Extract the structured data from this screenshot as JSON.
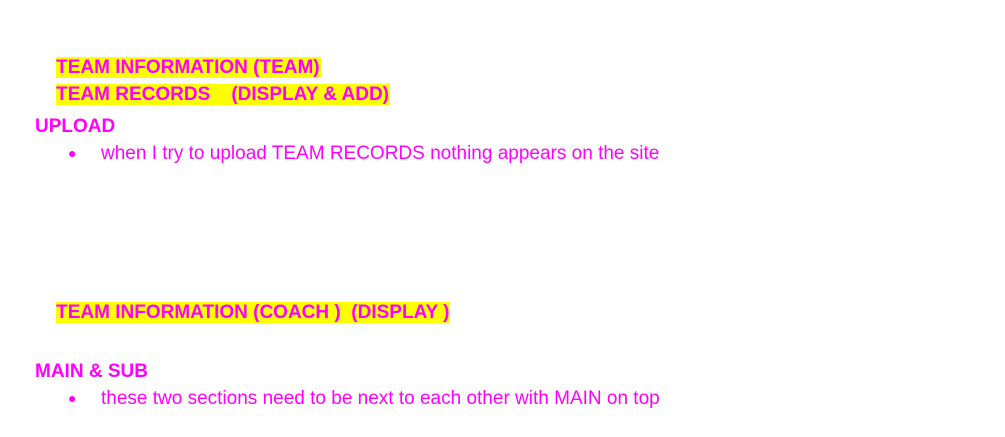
{
  "colors": {
    "text": "#ff00ff",
    "highlight": "#ffff00",
    "background": "#ffffff"
  },
  "blocks": {
    "heading_team": "TEAM INFORMATION (TEAM)",
    "heading_records": "TEAM RECORDS    (DISPLAY & ADD)",
    "upload_title": "UPLOAD",
    "upload_bullet": "when I try to upload TEAM RECORDS nothing appears on the site",
    "heading_coach": "TEAM INFORMATION (COACH )  (DISPLAY )",
    "main_sub_title": "MAIN & SUB",
    "main_sub_bullet": "these two sections need to be next to each other with MAIN on top",
    "bullet_glyph": "●"
  }
}
